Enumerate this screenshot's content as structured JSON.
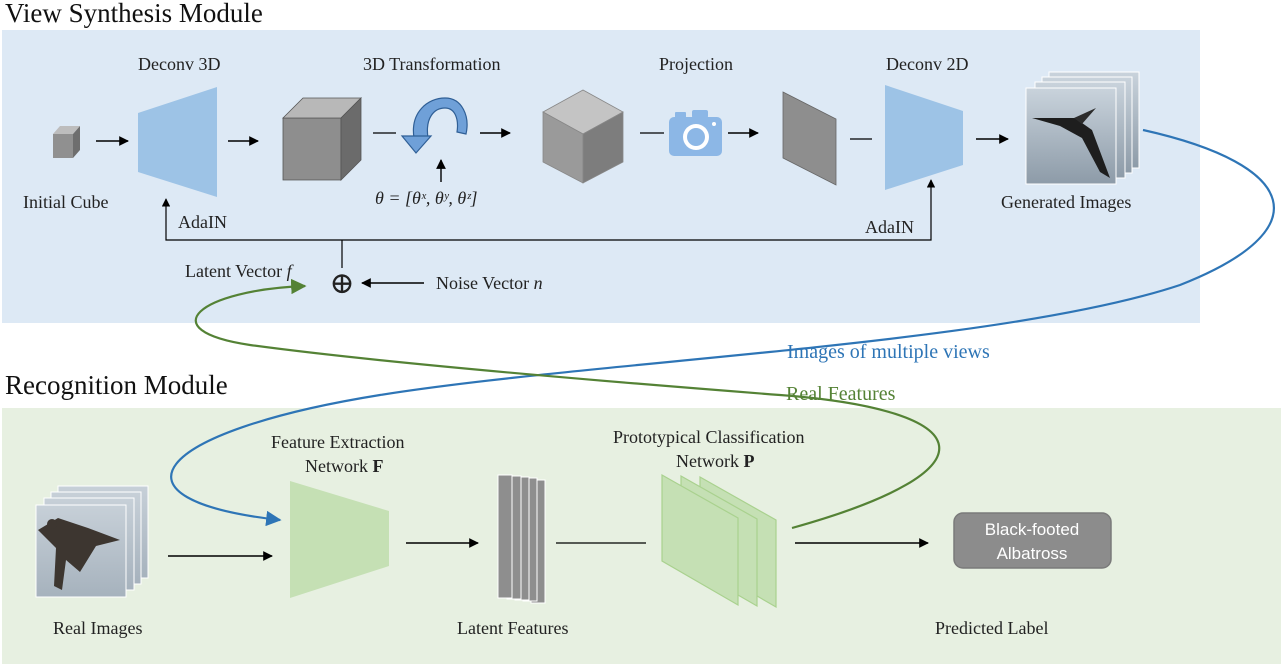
{
  "view_synthesis": {
    "title": "View Synthesis Module",
    "initial_cube": "Initial Cube",
    "deconv3d": "Deconv 3D",
    "transform": "3D Transformation",
    "theta_formula": "θ = [θˣ, θʸ, θᶻ]",
    "projection": "Projection",
    "deconv2d": "Deconv 2D",
    "generated_images": "Generated Images",
    "adain_left": "AdaIN",
    "adain_right": "AdaIN",
    "latent_vector": "Latent Vector",
    "latent_symbol": "f",
    "noise_vector": "Noise Vector",
    "noise_symbol": "n",
    "combine_symbol": "⊕"
  },
  "flows": {
    "multi_views": "Images of multiple views",
    "real_features": "Real Features"
  },
  "recognition": {
    "title": "Recognition Module",
    "real_images": "Real Images",
    "feature_net_line1": "Feature Extraction",
    "feature_net_line2": "Network",
    "feature_net_symbol": "F",
    "latent_features": "Latent Features",
    "proto_line1": "Prototypical Classification",
    "proto_line2": "Network",
    "proto_symbol": "P",
    "predicted_label": "Predicted Label",
    "label_box_line1": "Black-footed",
    "label_box_line2": "Albatross"
  },
  "colors": {
    "top_panel": "#dde9f5",
    "bottom_panel": "#e7f0e1",
    "deconv_fill": "#9dc3e6",
    "feature_fill": "#c5e0b4",
    "blue_curve": "#2e75b6",
    "green_curve": "#548235",
    "label_box": "#8c8c8c"
  }
}
